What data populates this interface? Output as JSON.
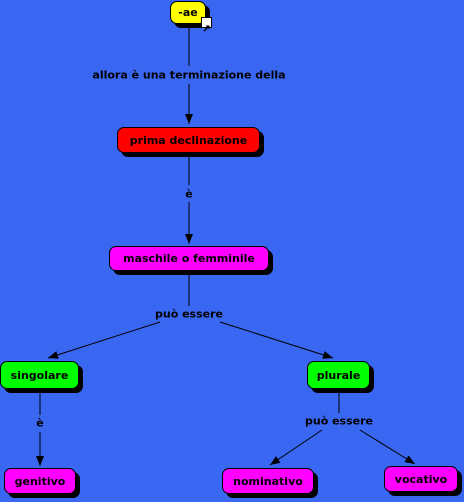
{
  "nodes": {
    "ae": "-ae",
    "prima": "prima declinazione",
    "maschile": "maschile o femminile",
    "singolare": "singolare",
    "plurale": "plurale",
    "genitivo": "genitivo",
    "nominativo": "nominativo",
    "vocativo": "vocativo"
  },
  "links": {
    "allora": "allora è una terminazione della",
    "e1": "è",
    "puo1": "può essere",
    "e2": "è",
    "puo2": "può essere"
  },
  "icons": {
    "shortcut": "external-link-icon"
  },
  "colors": {
    "background": "#3a67f2",
    "yellow": "#ffff00",
    "red": "#ff0000",
    "magenta": "#ff00ff",
    "green": "#00ff00"
  }
}
